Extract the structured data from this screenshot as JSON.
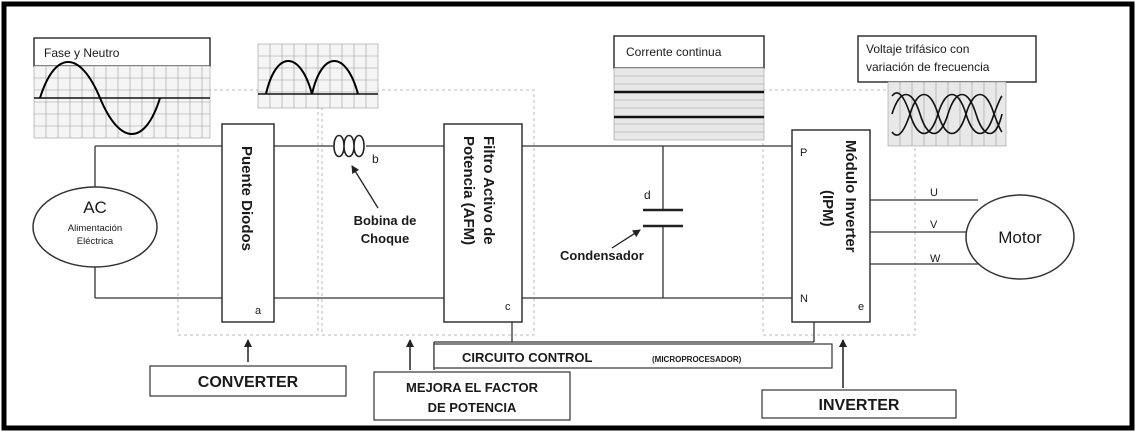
{
  "labels": {
    "fase_neutro": "Fase y Neutro",
    "corriente_continua": "Corrente continua",
    "voltaje_line1": "Voltaje trifásico con",
    "voltaje_line2": "variación de frecuencia",
    "ac_title": "AC",
    "ac_sub1": "Alimentación",
    "ac_sub2": "Eléctrica",
    "puente_diodos": "Puente Diodos",
    "puente_letter": "a",
    "bobina_letter": "b",
    "bobina_line1": "Bobina de",
    "bobina_line2": "Choque",
    "filtro_line1": "Filtro Activo de",
    "filtro_line2": "Potencia (AFM)",
    "filtro_letter": "c",
    "cond_letter": "d",
    "condensador": "Condensador",
    "modulo_line1": "Módulo Inverter",
    "modulo_line2": "(IPM)",
    "modulo_letter": "e",
    "p_label": "P",
    "n_label": "N",
    "u_label": "U",
    "v_label": "V",
    "w_label": "W",
    "motor": "Motor",
    "circuito_main": "CIRCUITO CONTROL",
    "circuito_sub": "(MICROPROCESADOR)",
    "converter": "CONVERTER",
    "mejora_line1": "MEJORA EL FACTOR",
    "mejora_line2": "DE POTENCIA",
    "inverter": "INVERTER"
  }
}
